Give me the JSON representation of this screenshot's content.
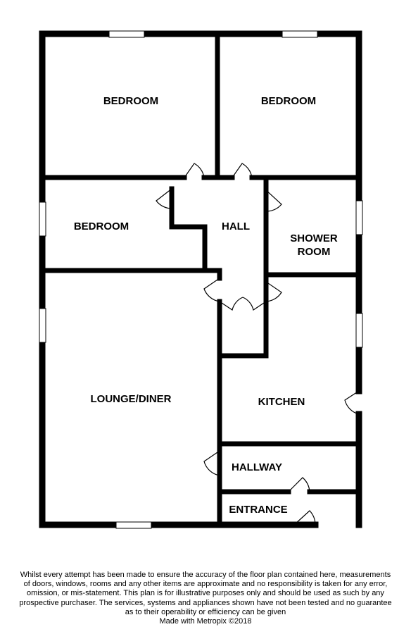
{
  "rooms": {
    "bedroom_top_left": "BEDROOM",
    "bedroom_top_right": "BEDROOM",
    "bedroom_middle": "BEDROOM",
    "hall": "HALL",
    "shower_room_line1": "SHOWER",
    "shower_room_line2": "ROOM",
    "lounge_diner": "LOUNGE/DINER",
    "kitchen": "KITCHEN",
    "hallway": "HALLWAY",
    "entrance": "ENTRANCE"
  },
  "disclaimer": {
    "lines": [
      "Whilst every attempt has been made to ensure the accuracy of the floor plan contained here, measurements",
      "of doors, windows, rooms and any other items are approximate and no responsibility is taken for any error,",
      "omission, or mis-statement. This plan is for illustrative purposes only and should be used as such by any",
      "prospective purchaser. The services, systems and appliances shown have not been tested and no guarantee",
      "as to their operability or efficiency can be given"
    ],
    "credit": "Made with Metropix ©2018"
  },
  "colors": {
    "wall": "#000000",
    "background": "#ffffff",
    "window": "#ffffff"
  }
}
